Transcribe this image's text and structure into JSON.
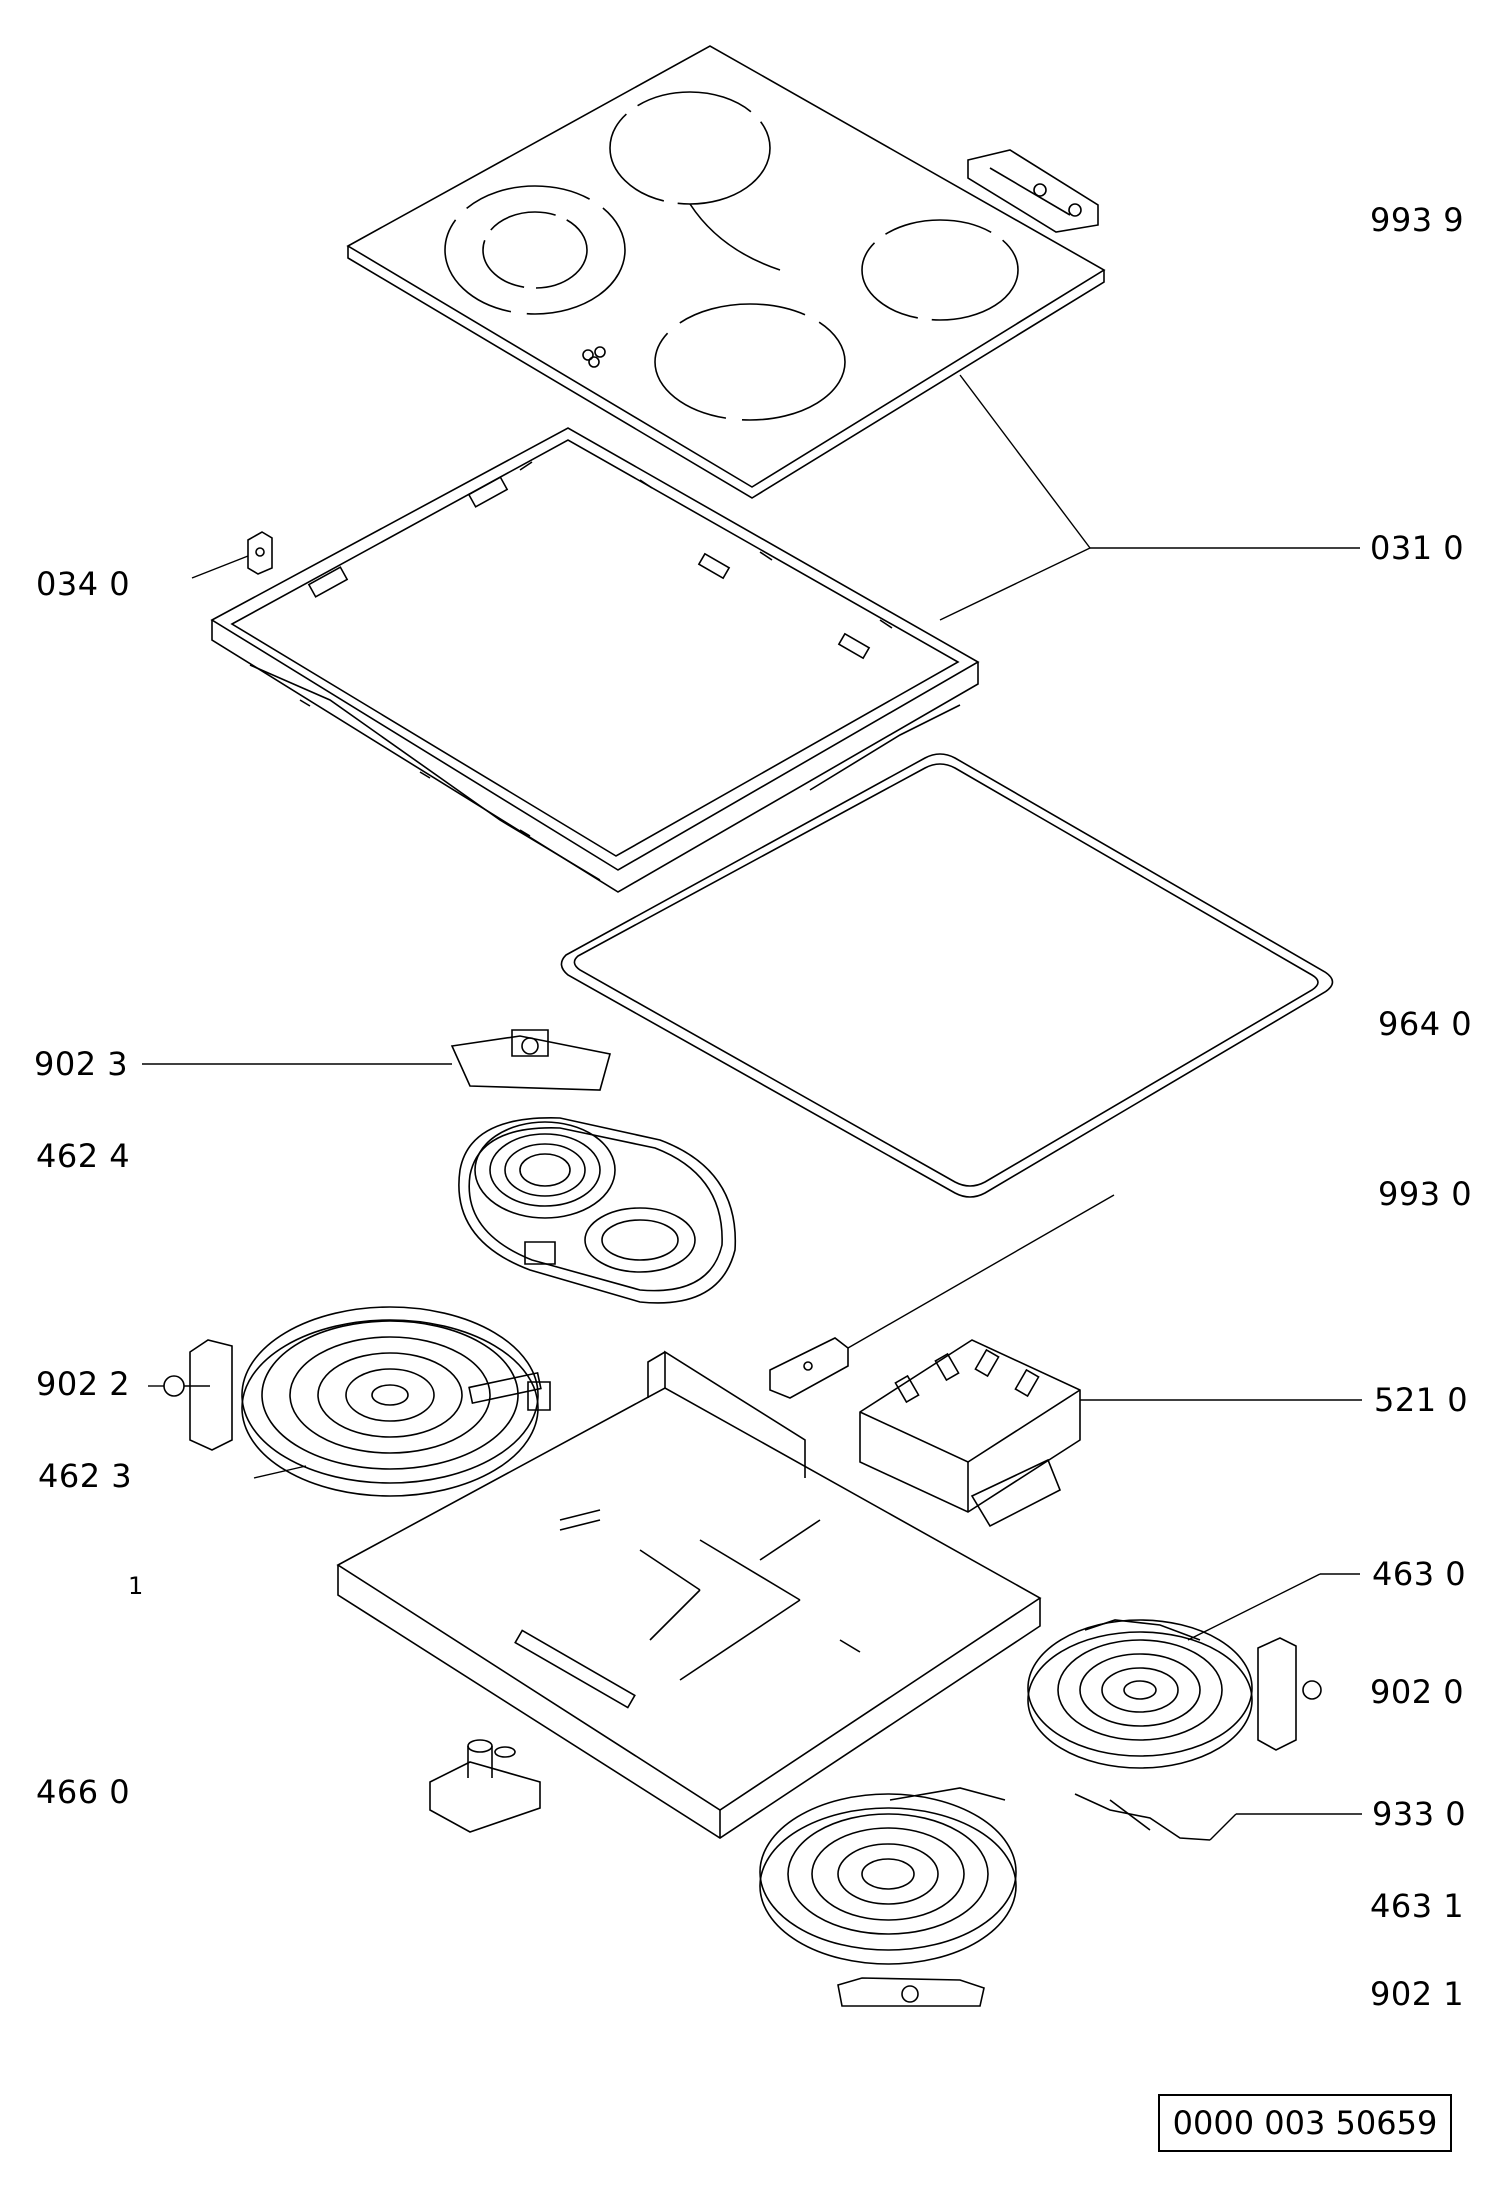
{
  "part_labels": [
    {
      "id": "p9939",
      "text": "993 9"
    },
    {
      "id": "p0310",
      "text": "031 0"
    },
    {
      "id": "p0340",
      "text": "034 0"
    },
    {
      "id": "p9640",
      "text": "964 0"
    },
    {
      "id": "p9023",
      "text": "902 3"
    },
    {
      "id": "p4624",
      "text": "462 4"
    },
    {
      "id": "p9930",
      "text": "993 0"
    },
    {
      "id": "p9022",
      "text": "902 2"
    },
    {
      "id": "p5210",
      "text": "521 0"
    },
    {
      "id": "p4623",
      "text": "462 3"
    },
    {
      "id": "p1",
      "text": "1"
    },
    {
      "id": "p4630",
      "text": "463 0"
    },
    {
      "id": "p9020",
      "text": "902 0"
    },
    {
      "id": "p4660",
      "text": "466 0"
    },
    {
      "id": "p9330",
      "text": "933 0"
    },
    {
      "id": "p4631",
      "text": "463 1"
    },
    {
      "id": "p9021",
      "text": "902 1"
    }
  ],
  "reference_number": "0000 003 50659"
}
